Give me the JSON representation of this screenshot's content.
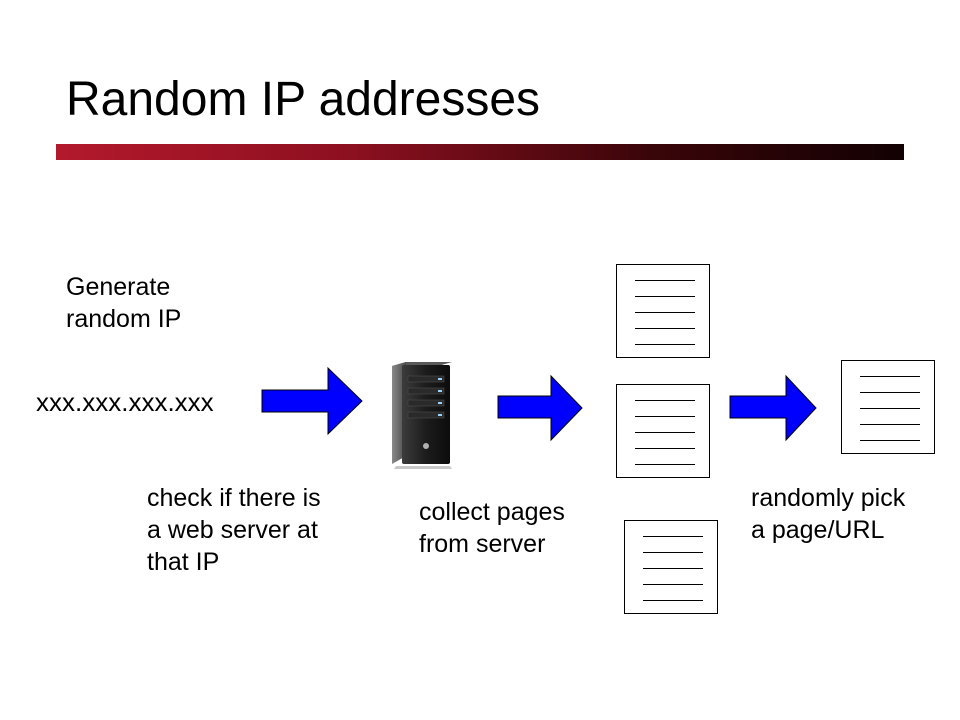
{
  "slide": {
    "title": "Random IP addresses",
    "accent_color": "#b3192c",
    "arrow_color": "#0000ff"
  },
  "labels": {
    "generate_line1": "Generate",
    "generate_line2": "random IP",
    "ip_pattern": "xxx.xxx.xxx.xxx",
    "check_line1": "check if there is",
    "check_line2": "a web server at",
    "check_line3": "that IP",
    "collect_line1": "collect pages",
    "collect_line2": "from server",
    "pick_line1": "randomly pick",
    "pick_line2": "a page/URL"
  },
  "icons": {
    "server": "server-tower-icon",
    "document": "document-icon",
    "arrow": "arrow-right-icon"
  }
}
